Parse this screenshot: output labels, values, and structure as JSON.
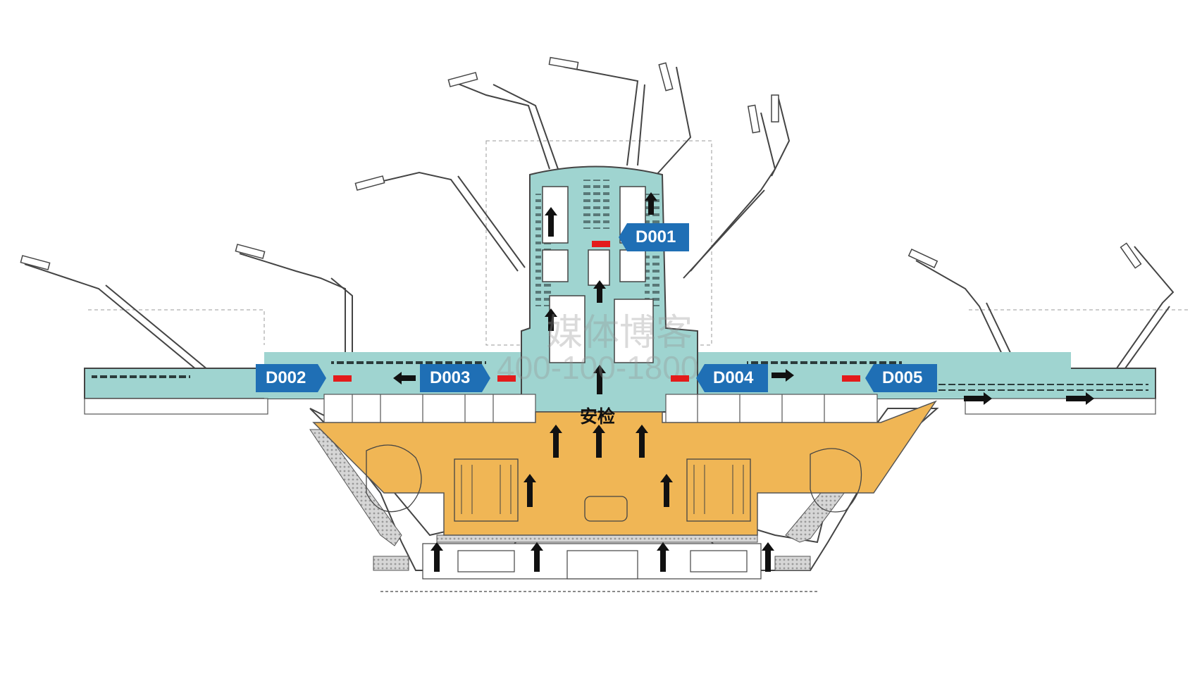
{
  "map": {
    "colors": {
      "airside_teal": "#9fd4d0",
      "landside_orange": "#f0b655",
      "hatched_gray": "#b9b9b9",
      "walls": "#333333",
      "ad_marker_red": "#e31b1b",
      "label_blue": "#1f6fb5",
      "arrow_black": "#111111"
    },
    "security_label": "安检",
    "watermark": {
      "name": "媒体博客",
      "phone": "400-100-1800"
    }
  },
  "ad_positions": [
    {
      "id": "D001",
      "label": "D001"
    },
    {
      "id": "D002",
      "label": "D002"
    },
    {
      "id": "D003",
      "label": "D003"
    },
    {
      "id": "D004",
      "label": "D004"
    },
    {
      "id": "D005",
      "label": "D005"
    }
  ]
}
